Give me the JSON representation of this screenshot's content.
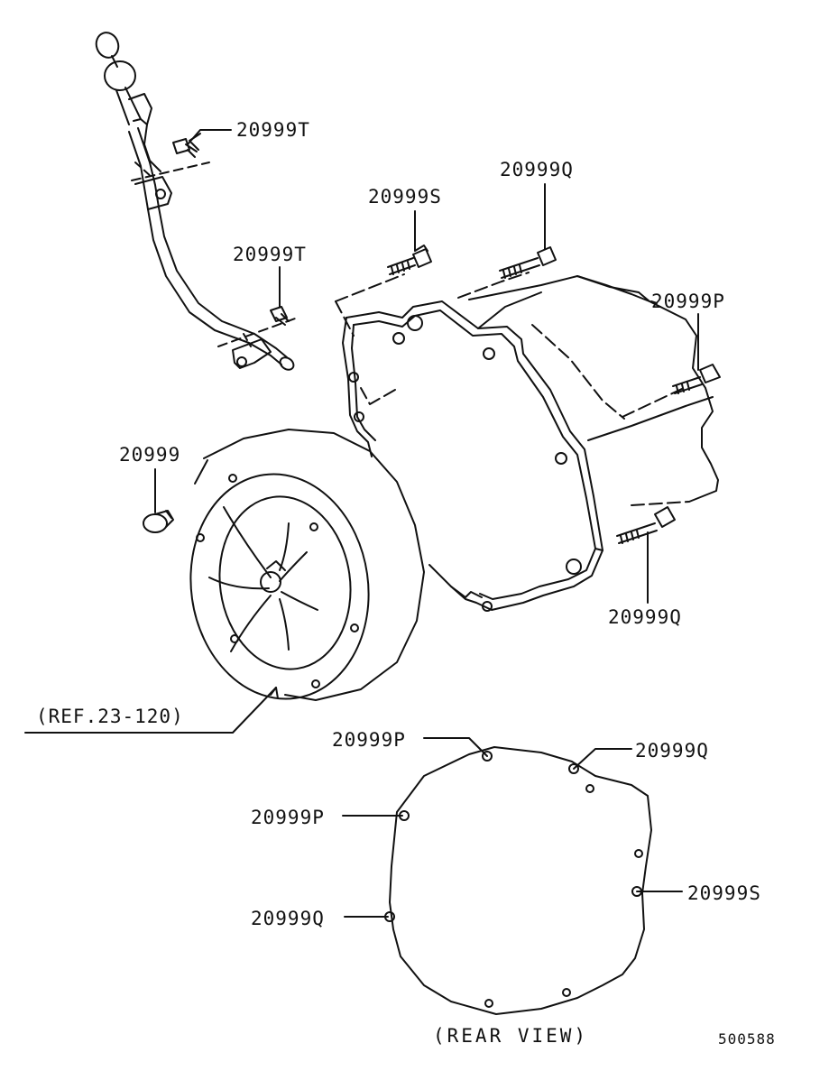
{
  "labels": {
    "dipstick_bolt_upper": "20999T",
    "dipstick_bolt_lower": "20999T",
    "bolt_s_top": "20999S",
    "bolt_q_top": "20999Q",
    "bolt_p_right": "20999P",
    "bolt_q_right": "20999Q",
    "drain_plug": "20999",
    "reference": "(REF.23-120)",
    "rear_p_top": "20999P",
    "rear_q_top": "20999Q",
    "rear_p_left": "20999P",
    "rear_s_right": "20999S",
    "rear_q_left": "20999Q",
    "rear_view_caption": "(REAR VIEW)",
    "diagram_number": "500588"
  },
  "style": {
    "line_color": "#111111",
    "background": "#ffffff"
  }
}
